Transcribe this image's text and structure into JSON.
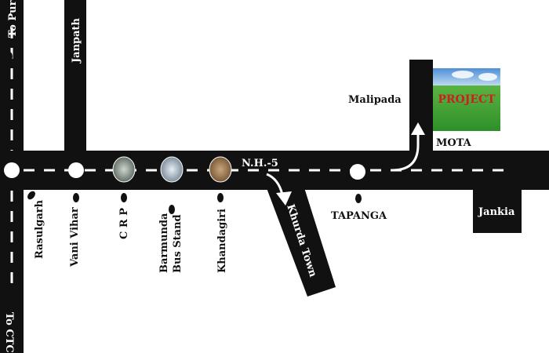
{
  "roads": {
    "to_north": "To Puri",
    "to_south": "To CTC",
    "janpath": "Janpath",
    "nh5": "N.H.-5",
    "khurda_town": "Khurda Town",
    "jankia": "Jankia"
  },
  "places": {
    "rasulgarh": "Rasulgarh",
    "vani_vihar": "Vani Vihar",
    "crp": "C R P",
    "barmunda": "Barmunda",
    "bus_stand": "Bus Stand",
    "khandagiri": "Khandagiri",
    "tapanga": "TAPANGA",
    "malipada": "Malipada",
    "mota": "MOTA"
  },
  "project": {
    "label": "PROJECT"
  },
  "colors": {
    "road": "#111111",
    "dash": "#ffffff",
    "project_text": "#cc1f1f",
    "sky": "#6fa8dc",
    "grass": "#3fa53a"
  },
  "icons": [
    "pin-icon",
    "arrow-icon",
    "landmark-photo"
  ]
}
